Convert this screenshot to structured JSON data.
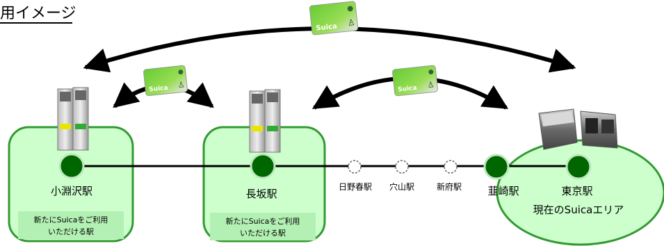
{
  "heading": "用イメージ",
  "stations": {
    "kobuchisawa": "小淵沢駅",
    "nagasaka": "長坂駅",
    "hinoharu": "日野春駅",
    "anayama": "穴山駅",
    "shinpu": "新府駅",
    "nirasaki": "韮崎駅",
    "tokyo": "東京駅"
  },
  "new_area_note": {
    "line1": "新たにSuicaをご利用",
    "line2": "いただける駅"
  },
  "current_area_label": "現在のSuicaエリア",
  "card_text": "Suica",
  "colors": {
    "area_fill": "#ccffcc",
    "area_stroke": "#339933",
    "station_dot": "#006600",
    "note_box": "#b3f0b3"
  }
}
